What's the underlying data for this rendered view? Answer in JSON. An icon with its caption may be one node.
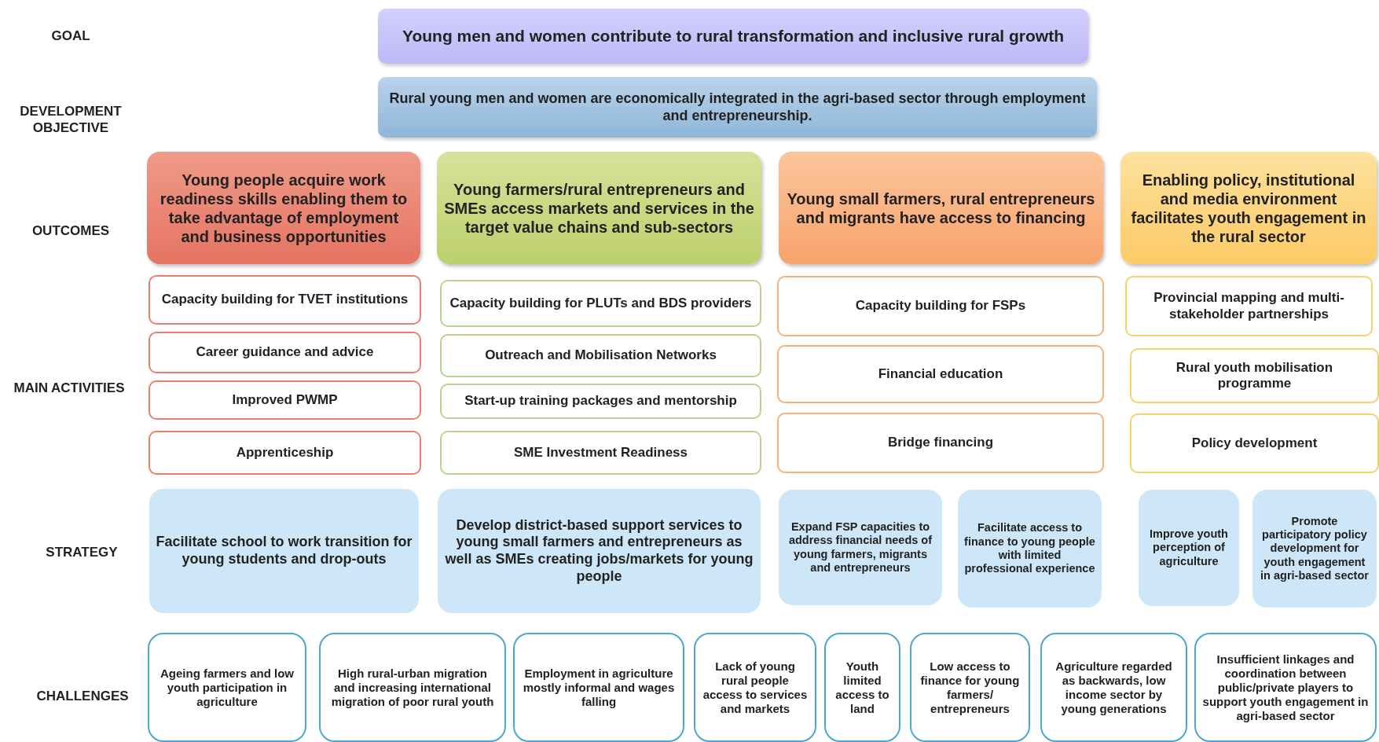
{
  "diagram": {
    "nodes": [
      {
        "text": [
          "Young men and women contribute to rural transformation and inclusive rural growth"
        ]
      },
      {
        "text": [
          "Rural young men and women are economically integrated in the agri-based sector through employment and entrepreneurship."
        ]
      },
      {
        "text": [
          "Young people acquire work readiness skills enabling them to take advantage of employment and business opportunities"
        ]
      },
      {
        "text": [
          "Young farmers/rural entrepreneurs and SMEs access markets and services in the target value chains and sub-sectors"
        ]
      },
      {
        "text": [
          "Young small farmers, rural entrepreneurs and migrants have access to financing"
        ]
      },
      {
        "text": [
          "Enabling policy, institutional and media environment facilitates youth engagement in the rural sector"
        ]
      },
      {
        "text": [
          "Capacity building for TVET institutions"
        ]
      },
      {
        "text": [
          "Capacity building for PLUTs and BDS providers"
        ]
      },
      {
        "text": [
          "Capacity building for FSPs"
        ]
      },
      {
        "text": [
          "Provincial mapping and multi-stakeholder partnerships"
        ]
      },
      {
        "text": [
          "Career guidance and advice"
        ]
      },
      {
        "text": [
          "Outreach and Mobilisation Networks"
        ]
      },
      {
        "text": [
          "Financial education"
        ]
      },
      {
        "text": [
          "Rural youth mobilisation programme"
        ]
      },
      {
        "text": [
          "Improved PWMP"
        ]
      },
      {
        "text": [
          "Start-up training packages and mentorship"
        ]
      },
      {
        "text": [
          "Bridge financing"
        ]
      },
      {
        "text": [
          "Policy development"
        ]
      },
      {
        "text": [
          "Apprenticeship"
        ]
      },
      {
        "text": [
          "SME Investment Readiness"
        ]
      },
      {
        "text": [
          "Facilitate school to work transition for young students and drop-outs"
        ]
      },
      {
        "text": [
          "Develop district-based support services to young small farmers and entrepreneurs as well as SMEs creating jobs/markets for young people"
        ]
      },
      {
        "text": [
          "Expand FSP capacities to address financial needs of young farmers, migrants and entrepreneurs"
        ]
      },
      {
        "text": [
          "Facilitate access to finance to young people with limited professional experience"
        ]
      },
      {
        "text": [
          "Improve youth perception of agriculture"
        ]
      },
      {
        "text": [
          "Promote participatory policy development for youth engagement in agri-based sector"
        ]
      },
      {
        "text": [
          "Ageing farmers and low youth participation in agriculture"
        ]
      },
      {
        "text": [
          "High rural-urban migration and increasing international migration of poor rural youth"
        ]
      },
      {
        "text": [
          "Employment in agriculture mostly informal and wages falling"
        ]
      },
      {
        "text": [
          "Lack of young rural people access to services and markets"
        ]
      },
      {
        "text": [
          "Youth limited access to land"
        ]
      },
      {
        "text": [
          "Low access to finance for young farmers/ entrepreneurs"
        ]
      },
      {
        "text": [
          "Agriculture regarded as backwards, low income sector by young generations"
        ]
      },
      {
        "text": [
          "Insufficient linkages and coordination between public/private players to support youth engagement in agri-based sector"
        ]
      }
    ],
    "edges": [],
    "labels": [
      "GOAL",
      "DEVELOPMENT OBJECTIVE",
      "OUTCOMES",
      "MAIN ACTIVITIES",
      "STRATEGY",
      "CHALLENGES"
    ]
  }
}
